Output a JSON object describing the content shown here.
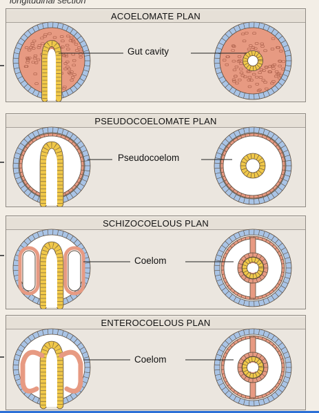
{
  "caption": "longitudinal section",
  "panels": [
    {
      "title": "ACOELOMATE PLAN",
      "label": "Gut cavity",
      "type": "acoelomate"
    },
    {
      "title": "PSEUDOCOELOMATE PLAN",
      "label": "Pseudocoelom",
      "type": "pseudo"
    },
    {
      "title": "SCHIZOCOELOUS PLAN",
      "label": "Coelom",
      "type": "schizo"
    },
    {
      "title": "ENTEROCOELOUS PLAN",
      "label": "Coelom",
      "type": "entero"
    }
  ],
  "colors": {
    "ectoderm": "#a9c4e6",
    "mesoderm": "#e79a82",
    "endoderm": "#f0c84a",
    "cell_outline": "#5a4a3a",
    "cavity": "#ffffff"
  }
}
